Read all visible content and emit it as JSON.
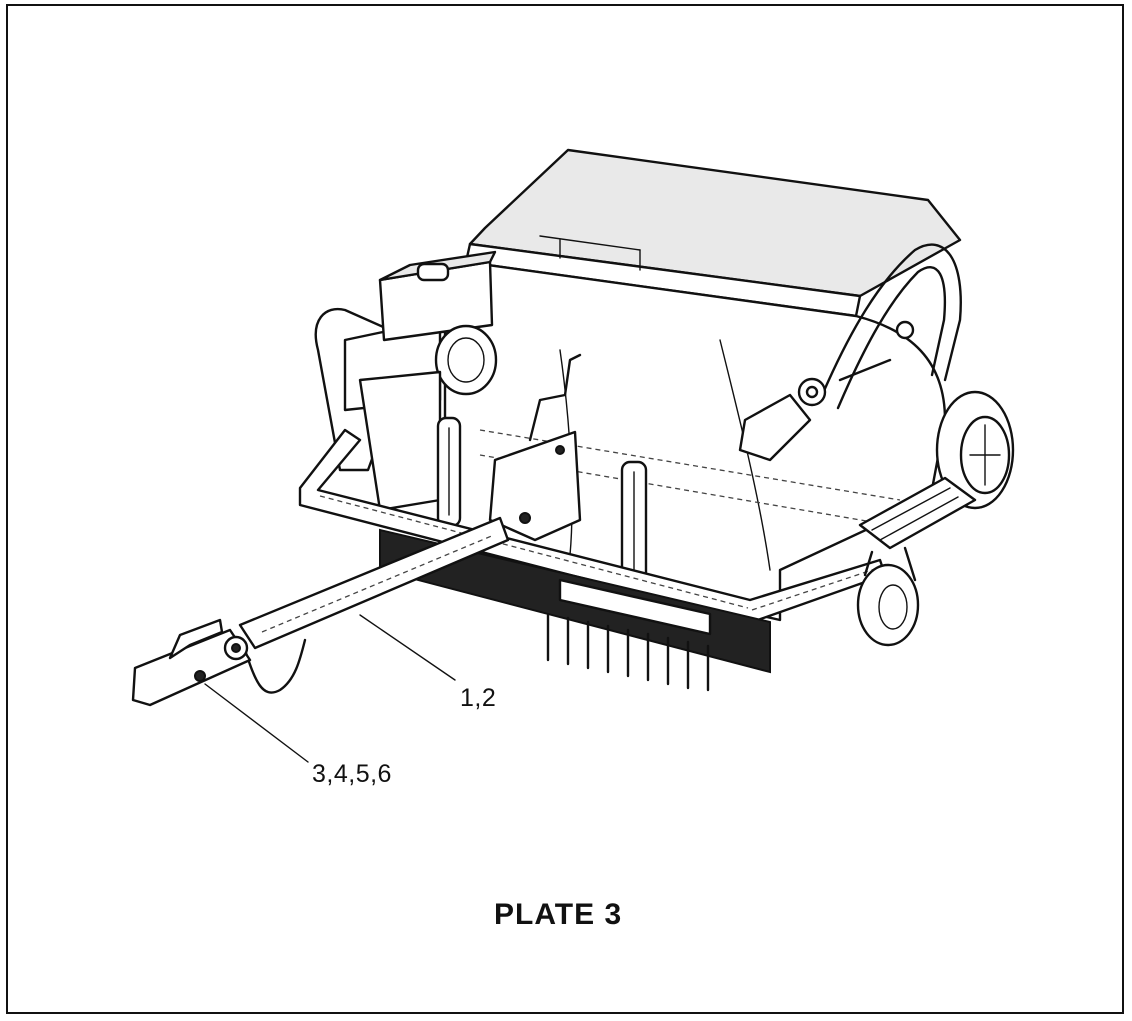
{
  "callouts": {
    "towbar_refs": "1,2",
    "hitch_refs": "3,4,5,6"
  },
  "plate_title": "PLATE 3",
  "colors": {
    "ink": "#111111",
    "paper": "#ffffff",
    "shade": "#e9e9e9"
  }
}
